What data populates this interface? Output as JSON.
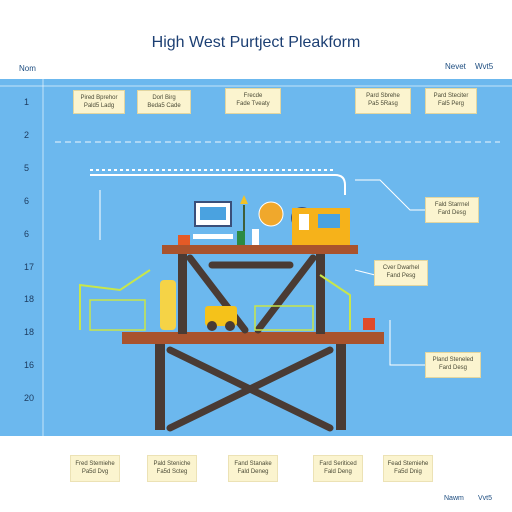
{
  "title": "High West Purtject Pleakform",
  "header": {
    "left_label": "Nom",
    "right_label": "Nevet",
    "right_label2": "Wvt5"
  },
  "ruler": [
    "1",
    "2",
    "5",
    "6",
    "6",
    "17",
    "18",
    "18",
    "16",
    "20"
  ],
  "top_notes": [
    {
      "line1": "Pired Bprehor",
      "line2": "Pald5 Ladg"
    },
    {
      "line1": "Dorl Birg",
      "line2": "Beda5 Cade"
    },
    {
      "line1": "Frecde",
      "line2": "Fade Tveaty"
    },
    {
      "line1": "Pard Sbrehe",
      "line2": "Pa5 5Rasg"
    },
    {
      "line1": "Pard Steciter",
      "line2": "Fal5 Perg"
    }
  ],
  "side_notes": [
    {
      "line1": "Fald Starrnel",
      "line2": "Fard Desg"
    },
    {
      "line1": "Cver Dwarhel",
      "line2": "Fand Pesg"
    },
    {
      "line1": "Pland Steneled",
      "line2": "Fard Desg"
    }
  ],
  "bottom_notes": [
    {
      "line1": "Fred Stemiehe",
      "line2": "Pa5d Dvg"
    },
    {
      "line1": "Pald Steniche",
      "line2": "Fa5d Scteg"
    },
    {
      "line1": "Fand Stanake",
      "line2": "Fald Deneg"
    },
    {
      "line1": "Fard Seriticed",
      "line2": "Fald Deng"
    },
    {
      "line1": "Fead Stemiehe",
      "line2": "Fa5d Dnig"
    }
  ],
  "footer": {
    "left": "Nawm",
    "right": "Vvt5"
  },
  "colors": {
    "board": "#6cb8ee",
    "wood": "#a9532d",
    "frame": "#4a3b34",
    "note": "#fbf4cf",
    "title": "#1c3f73"
  }
}
